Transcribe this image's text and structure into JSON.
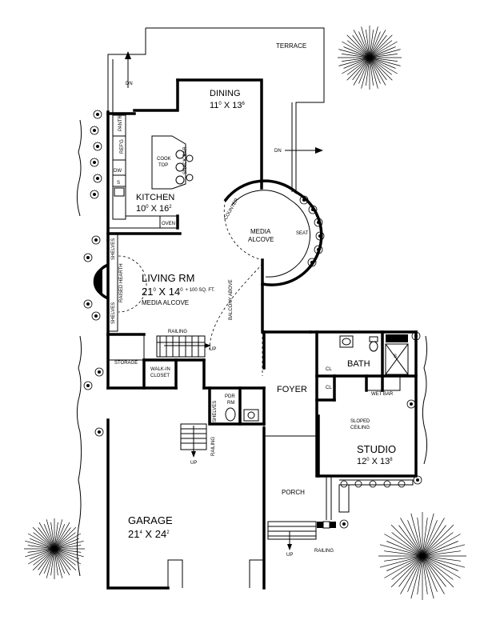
{
  "rooms": {
    "terrace": {
      "name": "TERRACE"
    },
    "dining": {
      "name": "DINING",
      "w_ft": "11",
      "w_in": "0",
      "l_ft": "13",
      "l_in": "6"
    },
    "kitchen": {
      "name": "KITCHEN",
      "w_ft": "10",
      "w_in": "0",
      "l_ft": "16",
      "l_in": "2"
    },
    "media": {
      "line1": "MEDIA",
      "line2": "ALCOVE"
    },
    "living": {
      "name": "LIVING RM",
      "w_ft": "21",
      "w_in": "0",
      "l_ft": "14",
      "l_in": "0",
      "extra": "+ 100 SQ. FT.",
      "note": "MEDIA ALCOVE"
    },
    "storage": {
      "name": "STORAGE"
    },
    "closet": {
      "line1": "WALK-IN",
      "line2": "CLOSET"
    },
    "pdr": {
      "line1": "PDR",
      "line2": "RM"
    },
    "foyer": {
      "name": "FOYER"
    },
    "bath": {
      "name": "BATH"
    },
    "studio": {
      "name": "STUDIO",
      "w_ft": "12",
      "w_in": "0",
      "l_ft": "13",
      "l_in": "8",
      "ceiling1": "SLOPED",
      "ceiling2": "CEILING"
    },
    "porch": {
      "name": "PORCH"
    },
    "garage": {
      "name": "GARAGE",
      "w_ft": "21",
      "w_in": "4",
      "l_ft": "24",
      "l_in": "2"
    }
  },
  "fixtures": {
    "pantry": "PANTRY",
    "refg": "REF'G",
    "dw": "DW",
    "sink": "S",
    "cooktop1": "COOK",
    "cooktop2": "TOP",
    "snackbar": "SNACK BAR",
    "oven": "OVEN",
    "counter": "COUNTER",
    "seat": "SEAT",
    "shelves_top": "SHELVES",
    "shelves_bottom": "SHELVES",
    "shelves_hall": "SHELVES",
    "raised_hearth": "RAISED HEARTH",
    "balcony_above": "BALCONY ABOVE",
    "railing_stair": "RAILING",
    "railing_entry": "RAILING",
    "railing_porch": "RAILING",
    "up_stair": "UP",
    "up_entry": "UP",
    "up_porch": "UP",
    "dn_terrace": "DN",
    "dn_dining": "DN",
    "cl1": "CL",
    "cl2": "CL",
    "wet_bar": "WET BAR",
    "shower": "S"
  }
}
